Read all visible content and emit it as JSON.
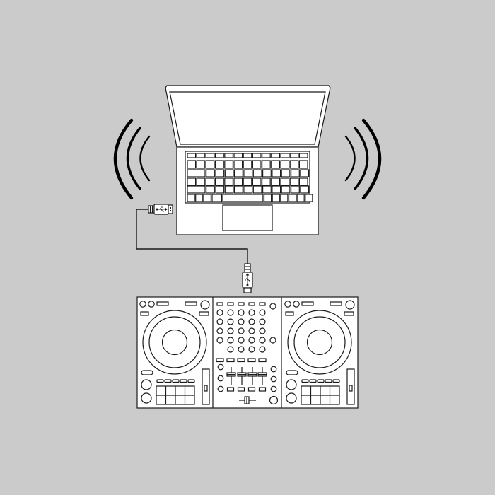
{
  "scene": {
    "title": "Laptop connected to DJ controller via USB",
    "background": "#cbcbcb",
    "line_color": "#1a1a1a",
    "fill_color": "#ffffff"
  },
  "laptop": {
    "label": "laptop",
    "keyboard_rows": [
      {
        "keys": 13,
        "type": "function"
      },
      {
        "keys": 13,
        "type": "number"
      },
      {
        "keys": 12,
        "type": "qwerty",
        "wide_first": true
      },
      {
        "keys": 13,
        "type": "home"
      },
      {
        "keys": 12,
        "type": "shift",
        "wide_first": true
      },
      {
        "keys": 11,
        "type": "space"
      }
    ],
    "has_touchpad": true
  },
  "sound_waves": {
    "left": {
      "arcs": 3,
      "direction": "left"
    },
    "right": {
      "arcs": 3,
      "direction": "right"
    }
  },
  "cable": {
    "type": "USB",
    "laptop_end": "usb-a-connector",
    "controller_end": "usb-b-connector",
    "symbol": "usb-icon"
  },
  "controller": {
    "label": "DJ controller",
    "decks": [
      {
        "side": "left",
        "pads": 8,
        "pad_mode_buttons": 5,
        "jog_wheel": true,
        "pitch_fader": true
      },
      {
        "side": "right",
        "pads": 8,
        "pad_mode_buttons": 5,
        "jog_wheel": true,
        "pitch_fader": true
      }
    ],
    "mixer": {
      "channels": 4,
      "knob_rows": 5,
      "channel_faders": 4,
      "crossfader": true
    }
  }
}
